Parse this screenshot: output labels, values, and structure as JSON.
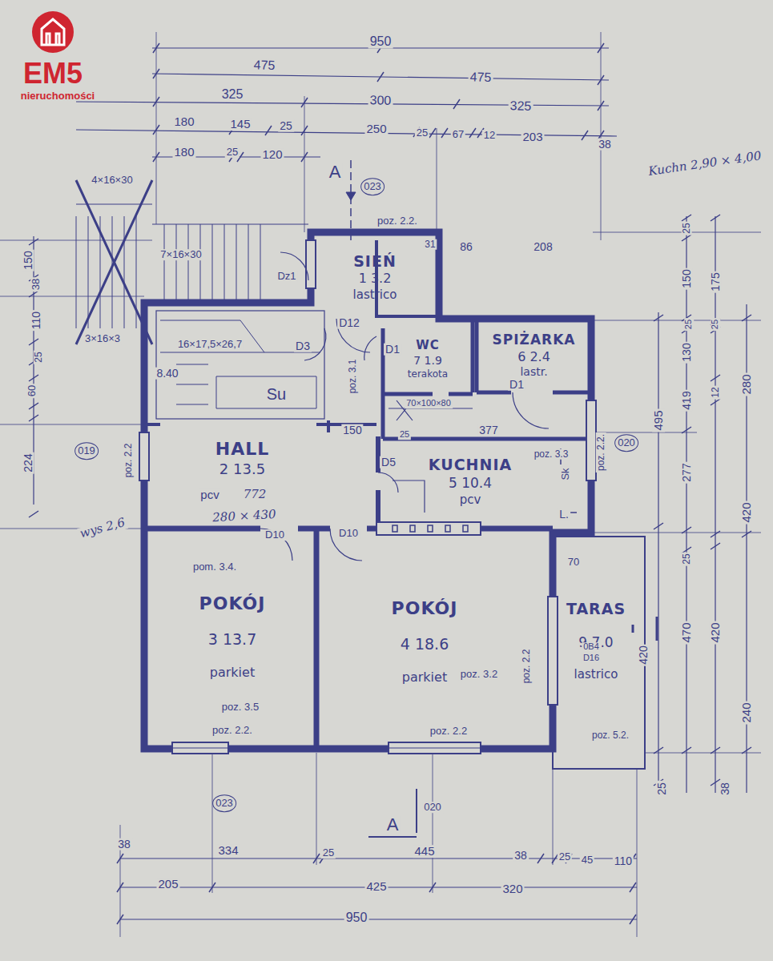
{
  "diagram": {
    "nodes": [
      {
        "text": [
          "SIEŃ",
          "1 3.2",
          "lastrico"
        ]
      },
      {
        "text": [
          "WC",
          "7 1.9",
          "terakota"
        ]
      },
      {
        "text": [
          "SPIŻARKA",
          "6 2.4",
          "lastr."
        ]
      },
      {
        "text": [
          "HALL",
          "2 13.5"
        ]
      },
      {
        "text": [
          "KUCHNIA",
          "5 10.4",
          "pcv"
        ]
      },
      {
        "text": [
          "POKÓJ",
          "3 13.7",
          "parkiet"
        ]
      },
      {
        "text": [
          "POKÓJ",
          "4 18.6",
          "parkiet"
        ]
      },
      {
        "text": [
          "TARAS",
          "9 7.0",
          "lastrico"
        ]
      }
    ],
    "labels": [
      "EM5",
      "nieruchomości",
      "950",
      "475",
      "475",
      "325",
      "300",
      "325",
      "180",
      "145",
      "25",
      "250",
      "25",
      "67",
      "12",
      "203",
      "38",
      "180",
      "25",
      "120",
      "Kuchn 2,90 × 4,00",
      "A",
      "023",
      "4×16×30",
      "poz. 2.2.",
      "31",
      "86",
      "208",
      "7×16×30",
      "150",
      "38",
      "110",
      "25",
      "60",
      "224",
      "3×16×3",
      "Dz1",
      "D12",
      "D3",
      "D1",
      "16×17,5×26,7",
      "8.40",
      "Su",
      "poz. 3.1",
      "D1",
      "70×100×80",
      "150",
      "25",
      "377",
      "D5",
      "019",
      "poz. 2.2",
      "poz. 3.3",
      "Sk",
      "poz. 2.2.",
      "020",
      "L.",
      "pcv",
      "772",
      "280 × 430",
      "wys 2,6",
      "D10",
      "D10",
      "70",
      "pom. 3.4.",
      "poz. 3.5",
      "poz. 2.2.",
      "poz. 3.2",
      "poz. 2.2",
      "poz. 2.2",
      "0B4",
      "D16",
      "poz. 5.2.",
      "420",
      "25",
      "150",
      "175",
      "25",
      "25",
      "130",
      "12",
      "280",
      "495",
      "419",
      "277",
      "420",
      "25",
      "470",
      "420",
      "240",
      "25",
      "38",
      "023",
      "A",
      "020",
      "38",
      "334",
      "25",
      "445",
      "38",
      "25",
      "45",
      "110",
      "205",
      "425",
      "320",
      "950"
    ]
  }
}
